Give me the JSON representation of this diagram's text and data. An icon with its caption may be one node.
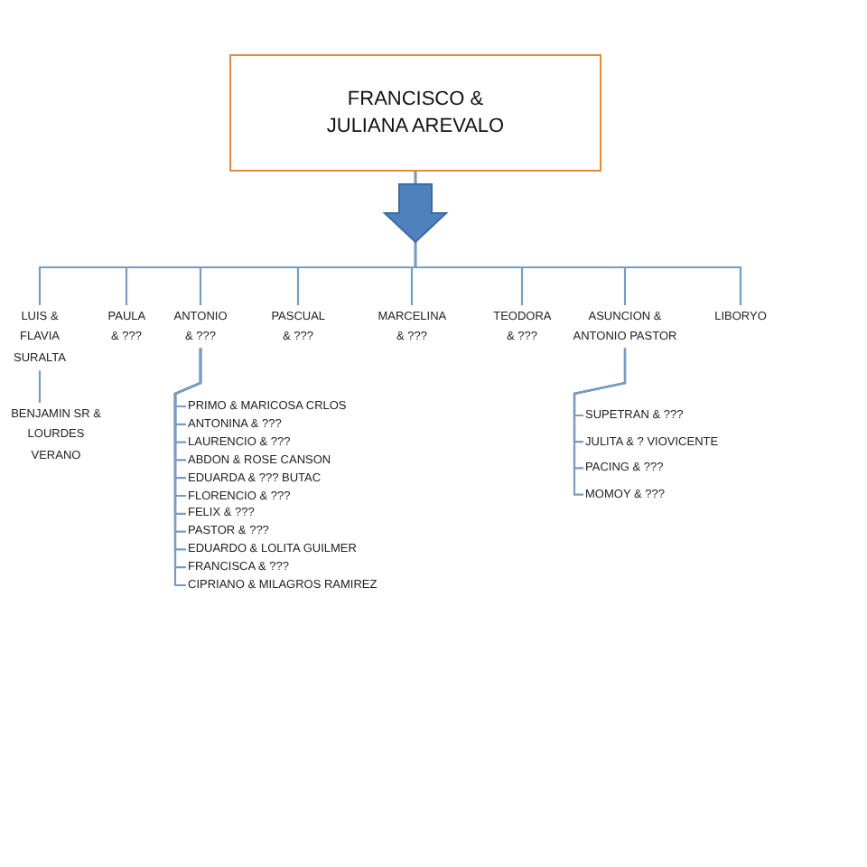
{
  "diagram": {
    "nodes": [
      {
        "text": [
          "FRANCISCO & JULIANA AREVALO"
        ]
      },
      {
        "text": [
          "LUIS & FLAVIA SURALTA"
        ]
      },
      {
        "text": [
          "PAULA & ???"
        ]
      },
      {
        "text": [
          "ANTONIO & ???"
        ]
      },
      {
        "text": [
          "PASCUAL & ???"
        ]
      },
      {
        "text": [
          "MARCELINA & ???"
        ]
      },
      {
        "text": [
          "TEODORA & ???"
        ]
      },
      {
        "text": [
          "ASUNCION & ANTONIO PASTOR"
        ]
      },
      {
        "text": [
          "LIBORYO"
        ]
      },
      {
        "text": [
          "BENJAMIN SR & LOURDES VERANO"
        ]
      },
      {
        "text": [
          "PRIMO & MARICOSA CRLOS"
        ]
      },
      {
        "text": [
          "ANTONINA & ???"
        ]
      },
      {
        "text": [
          "LAURENCIO & ???"
        ]
      },
      {
        "text": [
          "ABDON & ROSE CANSON"
        ]
      },
      {
        "text": [
          "EDUARDA & ??? BUTAC"
        ]
      },
      {
        "text": [
          "FLORENCIO & ???"
        ]
      },
      {
        "text": [
          "FELIX & ???"
        ]
      },
      {
        "text": [
          "PASTOR & ???"
        ]
      },
      {
        "text": [
          "EDUARDO & LOLITA GUILMER"
        ]
      },
      {
        "text": [
          "FRANCISCA & ???"
        ]
      },
      {
        "text": [
          "CIPRIANO & MILAGROS RAMIREZ"
        ]
      },
      {
        "text": [
          "SUPETRAN & ???"
        ]
      },
      {
        "text": [
          "JULITA & ? VIOVICENTE"
        ]
      },
      {
        "text": [
          "PACING & ???"
        ]
      },
      {
        "text": [
          "MOMOY & ???"
        ]
      }
    ],
    "edges": [
      {
        "from": 0,
        "to": 1,
        "arrow": "none"
      },
      {
        "from": 0,
        "to": 2,
        "arrow": "none"
      },
      {
        "from": 0,
        "to": 3,
        "arrow": "none"
      },
      {
        "from": 0,
        "to": 4,
        "arrow": "none"
      },
      {
        "from": 0,
        "to": 5,
        "arrow": "none"
      },
      {
        "from": 0,
        "to": 6,
        "arrow": "none"
      },
      {
        "from": 0,
        "to": 7,
        "arrow": "none"
      },
      {
        "from": 0,
        "to": 8,
        "arrow": "none"
      },
      {
        "from": 1,
        "to": 9,
        "arrow": "none"
      },
      {
        "from": 3,
        "to": 10,
        "arrow": "none"
      },
      {
        "from": 3,
        "to": 11,
        "arrow": "none"
      },
      {
        "from": 3,
        "to": 12,
        "arrow": "none"
      },
      {
        "from": 3,
        "to": 13,
        "arrow": "none"
      },
      {
        "from": 3,
        "to": 14,
        "arrow": "none"
      },
      {
        "from": 3,
        "to": 15,
        "arrow": "none"
      },
      {
        "from": 3,
        "to": 16,
        "arrow": "none"
      },
      {
        "from": 3,
        "to": 17,
        "arrow": "none"
      },
      {
        "from": 3,
        "to": 18,
        "arrow": "none"
      },
      {
        "from": 3,
        "to": 19,
        "arrow": "none"
      },
      {
        "from": 3,
        "to": 20,
        "arrow": "none"
      },
      {
        "from": 7,
        "to": 21,
        "arrow": "none"
      },
      {
        "from": 7,
        "to": 22,
        "arrow": "none"
      },
      {
        "from": 7,
        "to": 23,
        "arrow": "none"
      },
      {
        "from": 7,
        "to": 24,
        "arrow": "none"
      }
    ]
  }
}
